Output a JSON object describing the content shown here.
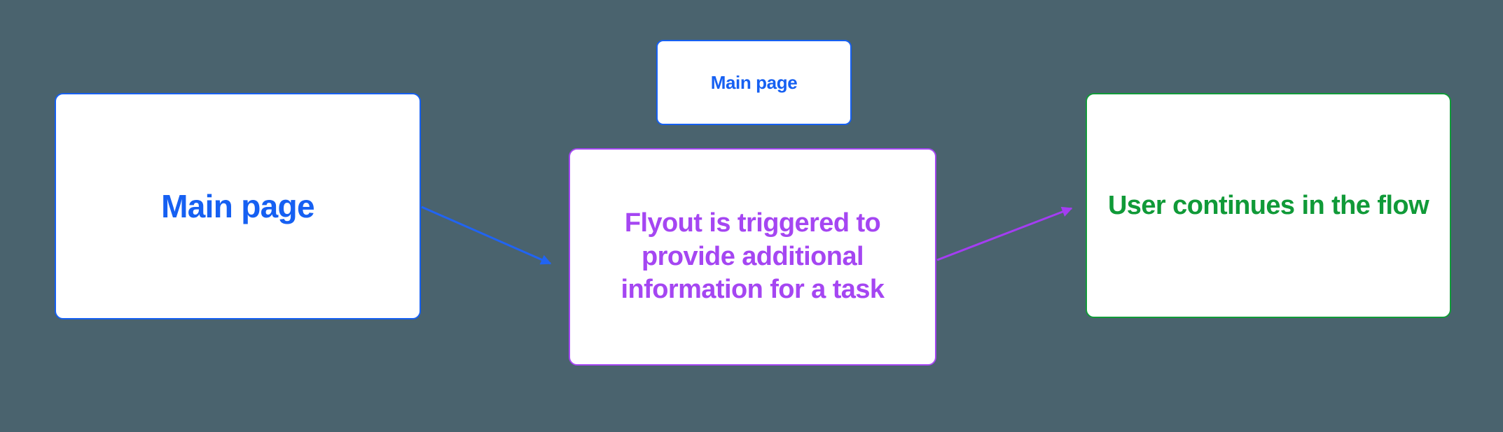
{
  "background_color": "#4a636e",
  "nodes": [
    {
      "id": "main-page-left",
      "label": "Main page",
      "color": "#1660f2"
    },
    {
      "id": "main-page-top",
      "label": "Main page",
      "color": "#1660f2"
    },
    {
      "id": "flyout-info",
      "label": "Flyout is triggered to provide additional information for a task",
      "color": "#a546f2"
    },
    {
      "id": "user-continues",
      "label": "User continues in the flow",
      "color": "#109a38"
    }
  ],
  "connectors": [
    {
      "id": "main-to-flyout",
      "color": "#2164f3"
    },
    {
      "id": "flyout-to-continue",
      "color": "#a43df2"
    }
  ]
}
